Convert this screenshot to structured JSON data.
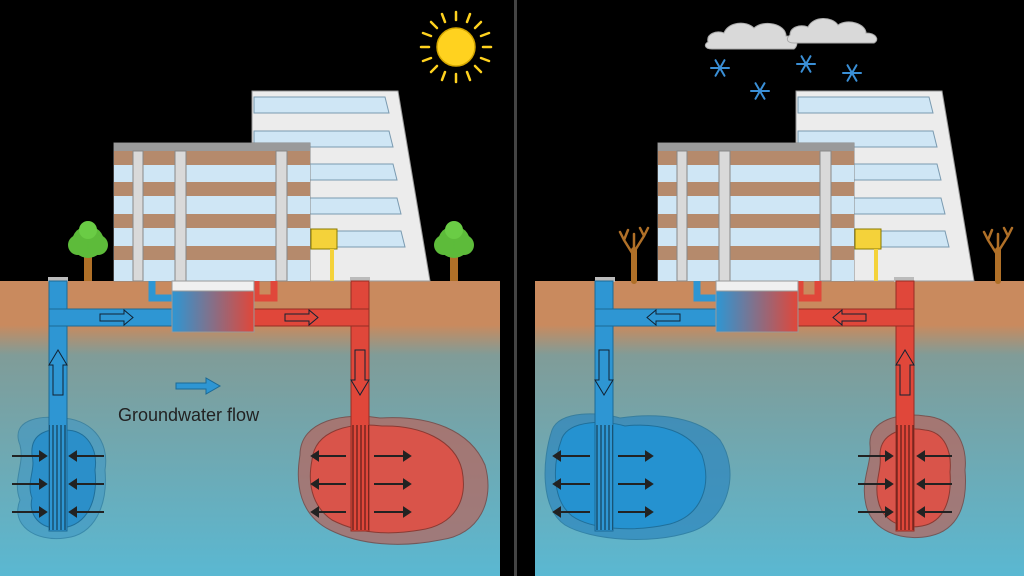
{
  "labels": {
    "groundwater_flow": "Groundwater flow"
  },
  "panels": [
    {
      "id": "summer",
      "weather": "sun-icon",
      "flow_direction": "cold-well-to-warm-well"
    },
    {
      "id": "winter",
      "weather": "snow-cloud-icon",
      "flow_direction": "warm-well-to-cold-well"
    }
  ],
  "colors": {
    "background": "#000000",
    "divider": "#444444",
    "soil": "#c98a5e",
    "groundwater_top": "#7e9f9c",
    "groundwater_bottom": "#5fb6cf",
    "cold_pipe": "#2e96d3",
    "warm_pipe": "#e0473a",
    "cold_plume": "#2b8fc9",
    "warm_plume": "#d9544a",
    "sun": "#ffd21f",
    "building_wall": "#e9e9e9",
    "building_brown": "#b58a6c",
    "window_blue": "#cfe6f5",
    "tree_trunk": "#b07028",
    "tree_leaves": "#5dbb3a"
  }
}
